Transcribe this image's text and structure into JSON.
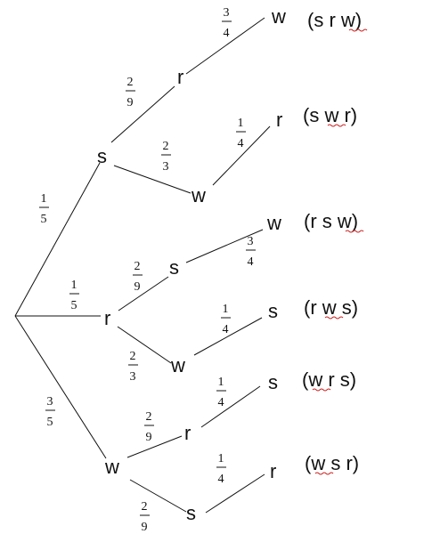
{
  "nodes": {
    "s1": "s",
    "r1": "r",
    "w1": "w",
    "s1_r": "r",
    "s1_w": "w",
    "r1_s": "s",
    "r1_w": "w",
    "w1_r": "r",
    "w1_s": "s",
    "leaf1": "w",
    "leaf2": "r",
    "leaf3": "w",
    "leaf4": "s",
    "leaf5": "s",
    "leaf6": "r"
  },
  "probabilities": {
    "root_s": {
      "num": "1",
      "den": "5"
    },
    "root_r": {
      "num": "1",
      "den": "5"
    },
    "root_w": {
      "num": "3",
      "den": "5"
    },
    "s_r": {
      "num": "2",
      "den": "9"
    },
    "s_w": {
      "num": "2",
      "den": "3"
    },
    "r_s": {
      "num": "2",
      "den": "9"
    },
    "r_w": {
      "num": "2",
      "den": "3"
    },
    "w_r": {
      "num": "2",
      "den": "9"
    },
    "w_s": {
      "num": "2",
      "den": "9"
    },
    "sr_w": {
      "num": "3",
      "den": "4"
    },
    "sw_r": {
      "num": "1",
      "den": "4"
    },
    "rs_w": {
      "num": "3",
      "den": "4"
    },
    "rw_s": {
      "num": "1",
      "den": "4"
    },
    "wr_s": {
      "num": "1",
      "den": "4"
    },
    "ws_r": {
      "num": "1",
      "den": "4"
    }
  },
  "outcomes": [
    "(s r w)",
    "(s w r)",
    "(r s w)",
    "(r w s)",
    "(w r s)",
    "(w s r)"
  ]
}
